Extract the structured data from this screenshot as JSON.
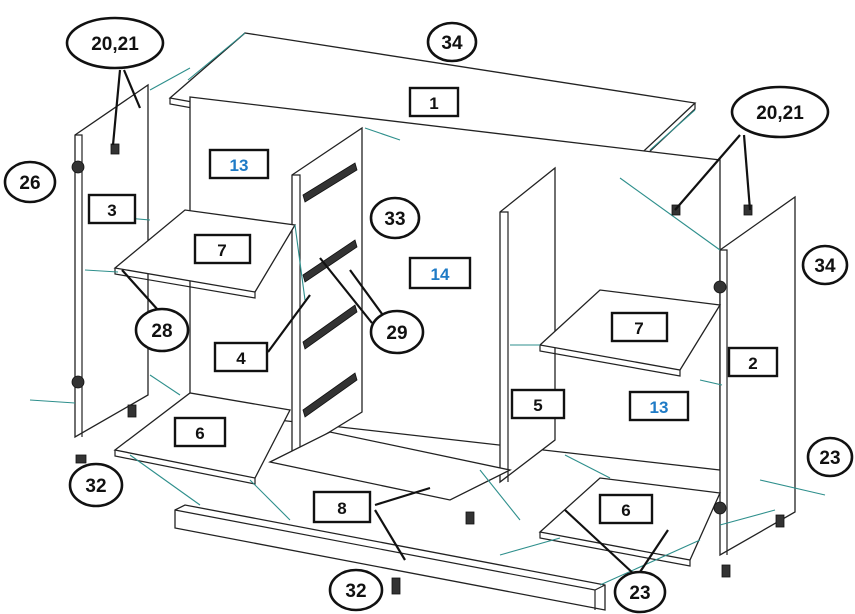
{
  "part_labels": [
    {
      "id": "p1",
      "text": "1",
      "blue": false
    },
    {
      "id": "p2",
      "text": "2",
      "blue": false
    },
    {
      "id": "p3",
      "text": "3",
      "blue": false
    },
    {
      "id": "p4",
      "text": "4",
      "blue": false
    },
    {
      "id": "p5",
      "text": "5",
      "blue": false
    },
    {
      "id": "p6a",
      "text": "6",
      "blue": false
    },
    {
      "id": "p6b",
      "text": "6",
      "blue": false
    },
    {
      "id": "p7a",
      "text": "7",
      "blue": false
    },
    {
      "id": "p7b",
      "text": "7",
      "blue": false
    },
    {
      "id": "p8",
      "text": "8",
      "blue": false
    },
    {
      "id": "p13a",
      "text": "13",
      "blue": true
    },
    {
      "id": "p13b",
      "text": "13",
      "blue": true
    },
    {
      "id": "p14",
      "text": "14",
      "blue": true
    }
  ],
  "hardware_callouts": [
    {
      "id": "c34a",
      "text": "34"
    },
    {
      "id": "c34b",
      "text": "34"
    },
    {
      "id": "c2021a",
      "text": "20,21"
    },
    {
      "id": "c2021b",
      "text": "20,21"
    },
    {
      "id": "c26",
      "text": "26"
    },
    {
      "id": "c33",
      "text": "33"
    },
    {
      "id": "c28",
      "text": "28"
    },
    {
      "id": "c29",
      "text": "29"
    },
    {
      "id": "c32a",
      "text": "32"
    },
    {
      "id": "c32b",
      "text": "32"
    },
    {
      "id": "c23a",
      "text": "23"
    },
    {
      "id": "c23b",
      "text": "23"
    }
  ],
  "colors": {
    "blue_label": "#1f7bc6",
    "guide_lines": "#2e8f8c",
    "line": "#222222"
  }
}
